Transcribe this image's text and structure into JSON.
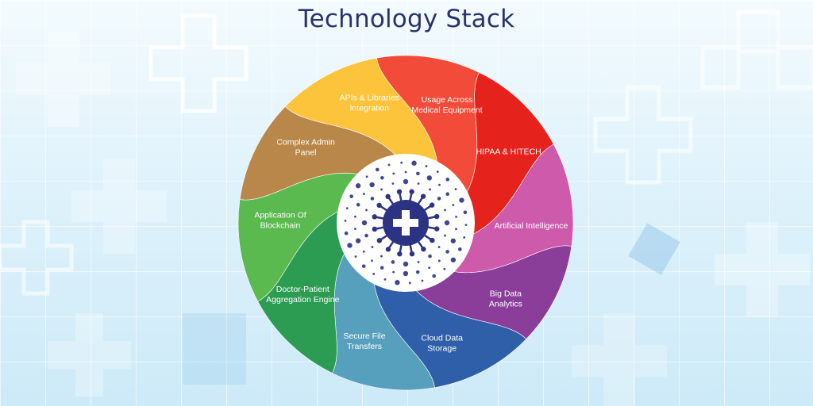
{
  "title": "Technology Stack",
  "segments": [
    {
      "label": [
        "APIs & Libraries",
        "Integration"
      ],
      "color": "#fcc43a"
    },
    {
      "label": [
        "Usage Across",
        "Medical Equipment"
      ],
      "color": "#f24b39"
    },
    {
      "label": [
        "HIPAA & HITECH"
      ],
      "color": "#e5221c"
    },
    {
      "label": [
        "Artificial Intelligence"
      ],
      "color": "#cd5aab"
    },
    {
      "label": [
        "Big Data",
        "Analytics"
      ],
      "color": "#8a3e9a"
    },
    {
      "label": [
        "Cloud Data",
        "Storage"
      ],
      "color": "#2f5fa9"
    },
    {
      "label": [
        "Secure File",
        "Transfers"
      ],
      "color": "#57a0bd"
    },
    {
      "label": [
        "Doctor-Patient",
        "Aggregation Engine"
      ],
      "color": "#2c9c53"
    },
    {
      "label": [
        "Application Of",
        "Blockchain"
      ],
      "color": "#5ab94f"
    },
    {
      "label": [
        "Complex Admin",
        "Panel"
      ],
      "color": "#b9874a"
    }
  ],
  "center_icon": "virus-cross-icon",
  "colors": {
    "title": "#28336e",
    "virus": "#2c3383",
    "hub": "#ffffff"
  }
}
